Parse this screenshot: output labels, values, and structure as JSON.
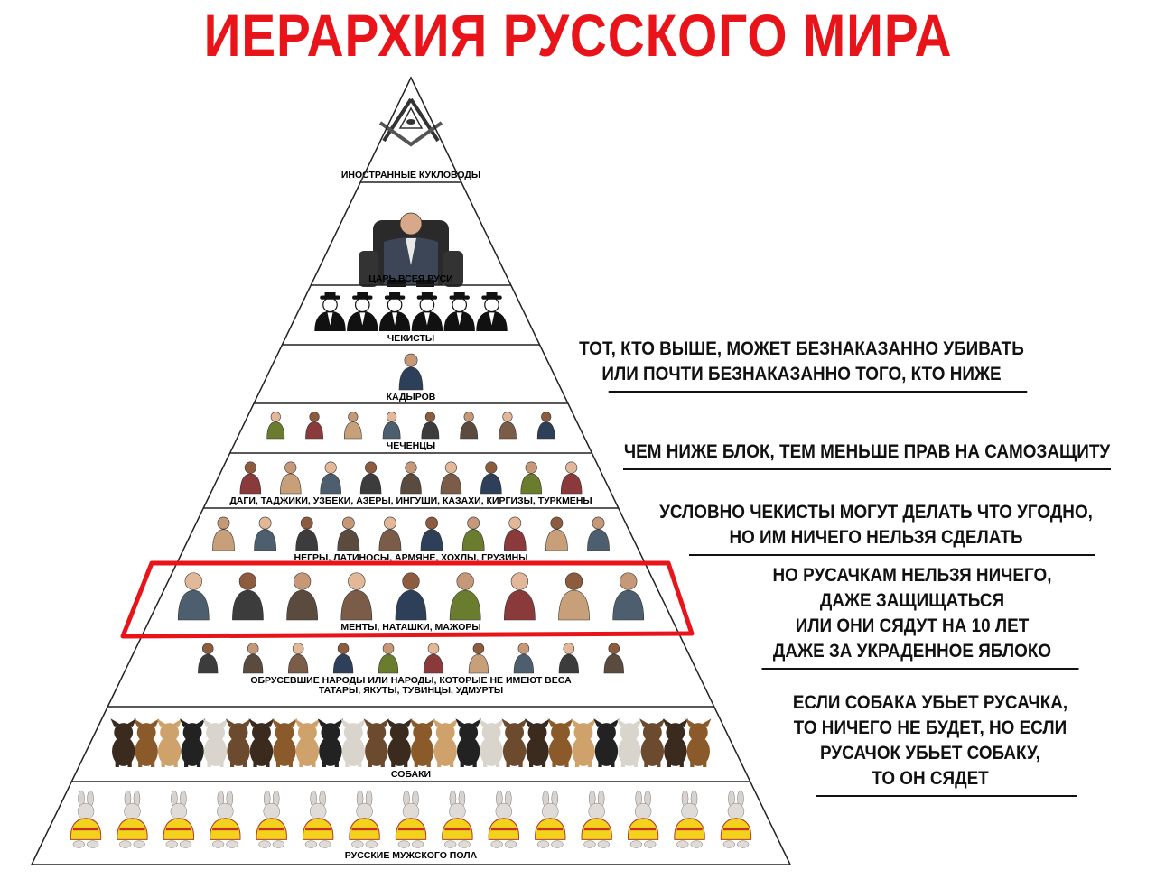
{
  "title": "ИЕРАРХИЯ РУССКОГО МИРА",
  "colors": {
    "title": "#e8141a",
    "highlight": "#e8141a",
    "outline": "#222222",
    "text": "#111111"
  },
  "tiers": [
    {
      "key": "t0",
      "label": "ИНОСТРАННЫЕ КУКЛОВОДЫ",
      "label2": "",
      "icon": "masonic-compass-eye-icon",
      "count": 1
    },
    {
      "key": "t1",
      "label": "ЦАРЬ ВСЕЯ РУСИ",
      "label2": "",
      "icon": "seated-ruler-icon",
      "count": 1
    },
    {
      "key": "t2",
      "label": "ЧЕКИСТЫ",
      "label2": "",
      "icon": "agent-bust-icon",
      "count": 6
    },
    {
      "key": "t3",
      "label": "КАДЫРОВ",
      "label2": "",
      "icon": "leader-bust-icon",
      "count": 1
    },
    {
      "key": "t4",
      "label": "ЧЕЧЕНЦЫ",
      "label2": "",
      "icon": "fighter-bust-icon",
      "count": 8
    },
    {
      "key": "t5",
      "label": "ДАГИ, ТАДЖИКИ, УЗБЕКИ, АЗЕРЫ, ИНГУШИ, КАЗАХИ, КИРГИЗЫ, ТУРКМЕНЫ",
      "label2": "",
      "icon": "person-figure-icon",
      "count": 9
    },
    {
      "key": "t6",
      "label": "НЕГРЫ, ЛАТИНОСЫ, АРМЯНЕ, ХОХЛЫ, ГРУЗИНЫ",
      "label2": "",
      "icon": "person-figure-icon",
      "count": 10
    },
    {
      "key": "t7",
      "label": "МЕНТЫ, НАТАШКИ, МАЖОРЫ",
      "label2": "",
      "icon": "person-figure-icon",
      "count": 9
    },
    {
      "key": "t8",
      "label": "ОБРУСЕВШИЕ НАРОДЫ ИЛИ НАРОДЫ, КОТОРЫЕ НЕ ИМЕЮТ ВЕСА",
      "label2": "ТАТАРЫ, ЯКУТЫ, ТУВИНЦЫ, УДМУРТЫ",
      "icon": "person-figure-icon",
      "count": 10
    },
    {
      "key": "t9",
      "label": "СОБАКИ",
      "label2": "",
      "icon": "dog-icon",
      "count": 26
    },
    {
      "key": "t10",
      "label": "РУССКИЕ МУЖСКОГО ПОЛА",
      "label2": "",
      "icon": "rabbit-icon",
      "count": 15
    }
  ],
  "notes": [
    {
      "lines": [
        "ТОТ, КТО ВЫШЕ, МОЖЕТ БЕЗНАКАЗАННО УБИВАТЬ",
        "ИЛИ ПОЧТИ БЕЗНАКАЗАННО ТОГО, КТО НИЖЕ"
      ]
    },
    {
      "lines": [
        "ЧЕМ НИЖЕ БЛОК, ТЕМ МЕНЬШЕ ПРАВ НА САМОЗАЩИТУ"
      ]
    },
    {
      "lines": [
        "УСЛОВНО ЧЕКИСТЫ МОГУТ ДЕЛАТЬ ЧТО УГОДНО,",
        "НО ИМ НИЧЕГО НЕЛЬЗЯ СДЕЛАТЬ"
      ]
    },
    {
      "lines": [
        "НО РУСАЧКАМ НЕЛЬЗЯ НИЧЕГО,",
        "ДАЖЕ ЗАЩИЩАТЬСЯ",
        "ИЛИ ОНИ СЯДУТ НА 10 ЛЕТ",
        "ДАЖЕ ЗА УКРАДЕННОЕ ЯБЛОКО"
      ]
    },
    {
      "lines": [
        "ЕСЛИ СОБАКА УБЬЕТ РУСАЧКА,",
        "ТО НИЧЕГО НЕ БУДЕТ, НО ЕСЛИ",
        "РУСАЧОК УБЬЕТ СОБАКУ,",
        "ТО ОН СЯДЕТ"
      ]
    }
  ]
}
